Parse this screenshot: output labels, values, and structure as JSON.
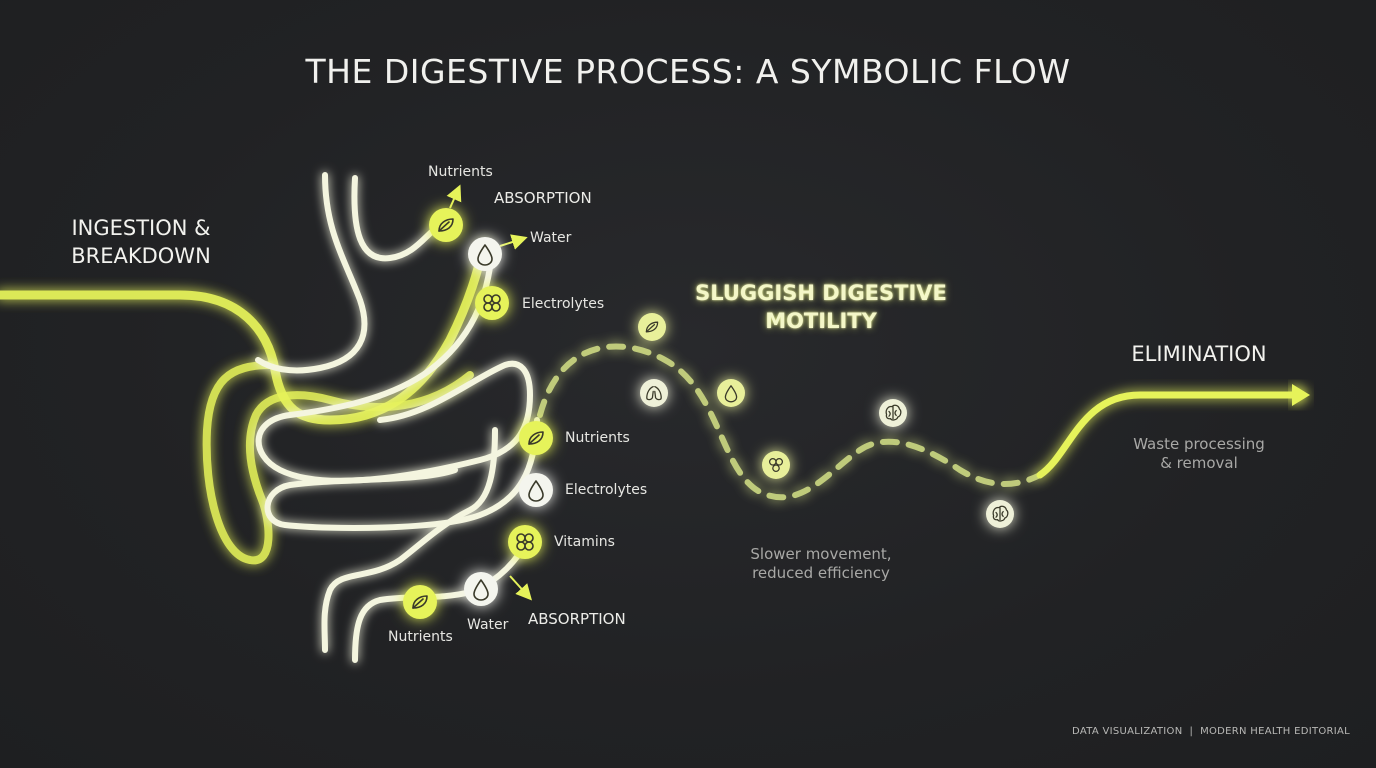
{
  "title": "THE DIGESTIVE PROCESS: A SYMBOLIC FLOW",
  "stages": {
    "ingestion": [
      "INGESTION &",
      "BREAKDOWN"
    ],
    "sluggish": [
      "SLUGGISH DIGESTIVE",
      "MOTILITY"
    ],
    "elimination": "ELIMINATION"
  },
  "upper_absorption": {
    "heading": "ABSORPTION",
    "nodes": [
      {
        "label": "Nutrients",
        "icon": "leaf-icon",
        "style": "yellow"
      },
      {
        "label": "Water",
        "icon": "droplet-icon",
        "style": "white"
      },
      {
        "label": "Electrolytes",
        "icon": "molecule-icon",
        "style": "yellow"
      }
    ]
  },
  "lower_absorption": {
    "heading": "ABSORPTION",
    "nodes": [
      {
        "label": "Nutrients",
        "icon": "leaf-icon",
        "style": "yellow"
      },
      {
        "label": "Electrolytes",
        "icon": "droplet-icon",
        "style": "white"
      },
      {
        "label": "Vitamins",
        "icon": "molecule-icon",
        "style": "yellow"
      },
      {
        "label": "Nutrients",
        "icon": "leaf-icon",
        "style": "yellow"
      },
      {
        "label": "Water",
        "icon": "droplet-icon",
        "style": "white"
      }
    ]
  },
  "sluggish_nodes": [
    {
      "icon": "leaf-icon"
    },
    {
      "icon": "lungs-icon"
    },
    {
      "icon": "droplet-icon"
    },
    {
      "icon": "molecule-icon"
    },
    {
      "icon": "brain-icon"
    },
    {
      "icon": "brain-icon"
    }
  ],
  "notes": {
    "sluggish": [
      "Slower movement,",
      "reduced efficiency"
    ],
    "elimination": [
      "Waste processing",
      "& removal"
    ]
  },
  "credit": "DATA VISUALIZATION  |  MODERN HEALTH EDITORIAL",
  "colors": {
    "background": "#222325",
    "accent_yellow": "#e6f35a",
    "glow_white": "#f4f5df",
    "text": "#f1f1ee",
    "muted_text": "#a8a8a6"
  }
}
